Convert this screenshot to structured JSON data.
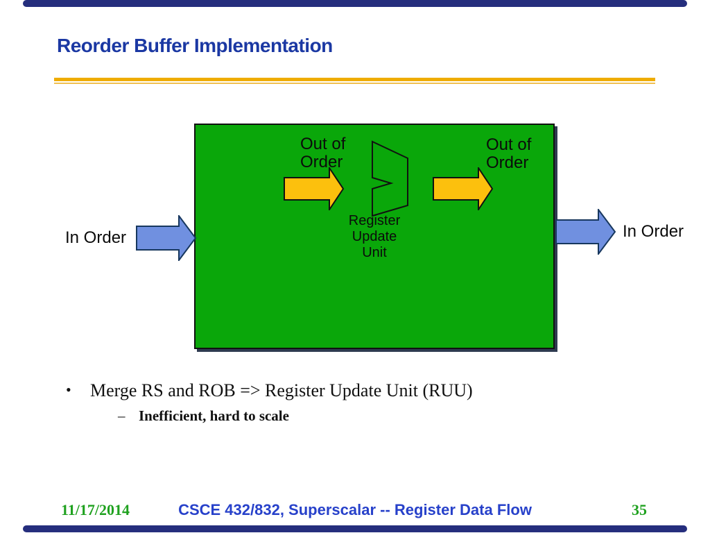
{
  "slide": {
    "title": "Reorder Buffer Implementation",
    "diagram": {
      "out_of_order_line1": "Out of",
      "out_of_order_line2": "Order",
      "in_order": "In Order",
      "unit_line1": "Register",
      "unit_line2": "Update",
      "unit_line3": "Unit"
    },
    "bullets": {
      "marker": "•",
      "text": "Merge RS and ROB => Register Update Unit (RUU)",
      "sub_marker": "–",
      "sub_text": "Inefficient, hard to scale"
    },
    "footer": {
      "date": "11/17/2014",
      "course": "CSCE 432/832, Superscalar -- Register Data Flow",
      "page_number": "35"
    },
    "colors": {
      "edge_bar_navy": "#252E7D",
      "title_blue": "#1B38A3",
      "divider_gold": "#EFAC00",
      "box_green": "#0AA70A",
      "box_shadow": "#2E3A50",
      "arrow_yellow": "#FCC00D",
      "arrow_blue_fill": "#7090E0",
      "arrow_blue_outline": "#17375E",
      "footer_blue": "#2741CA",
      "footer_green": "#1FA11F"
    }
  }
}
